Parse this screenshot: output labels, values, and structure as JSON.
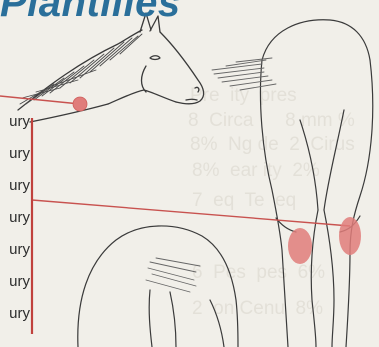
{
  "title": "Plantilles",
  "background_text": {
    "line1": "Pre  ity  pres",
    "line2": "8  Circa      8 mm %",
    "line3": "8%  Ng de  2  Cirus",
    "line4": "8%  ear ity  2%",
    "line5": "7  eq  Te  eq",
    "line6": "6  Pes  pes  6%",
    "line7": "2  on Cenu  8%"
  },
  "injury_list": {
    "items": [
      "ury",
      "ury",
      "ury",
      "ury",
      "ury",
      "ury",
      "ury"
    ]
  },
  "colors": {
    "title": "#2a6f9a",
    "pointer_line": "#c8524f",
    "highlight": "#e07c7a",
    "bracket": "#c0413d",
    "sketch_line": "#3a3a3a",
    "paper": "#f1efe9"
  }
}
